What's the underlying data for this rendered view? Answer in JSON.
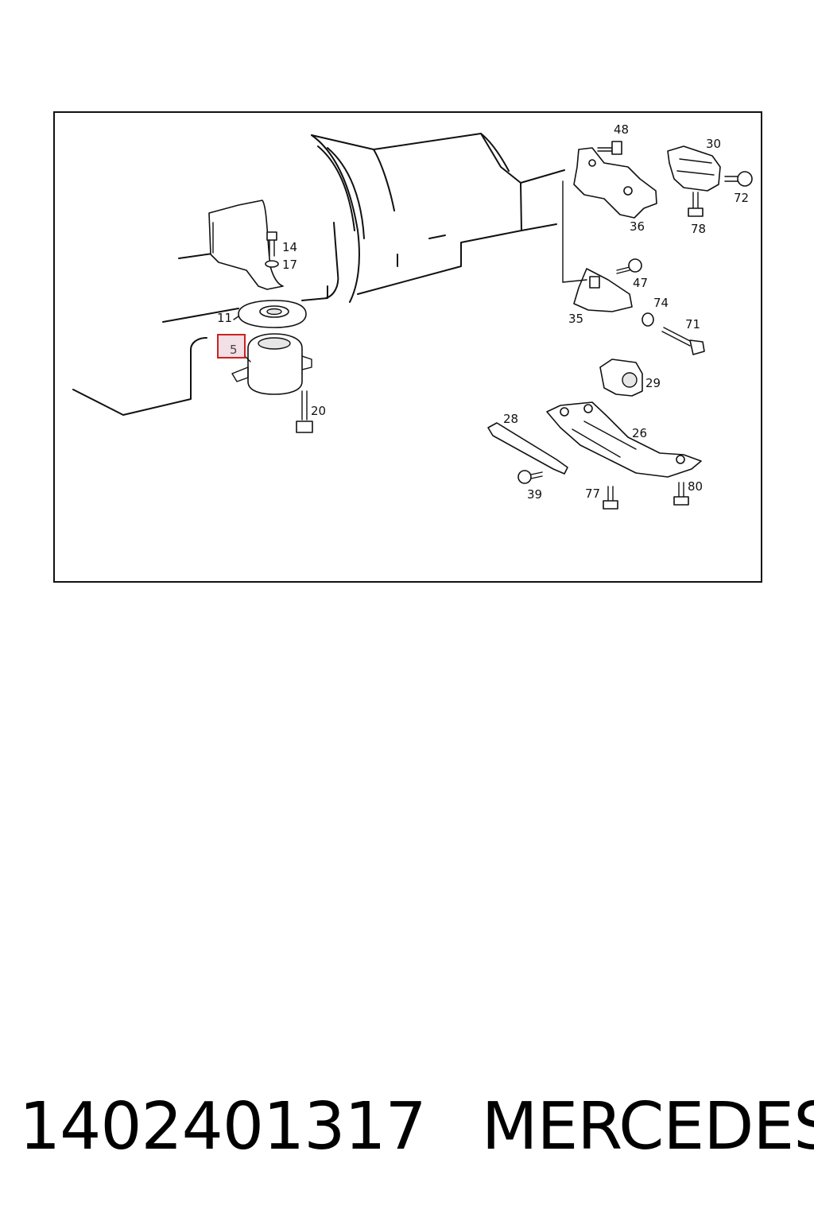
{
  "diagram": {
    "callouts": [
      "48",
      "30",
      "72",
      "36",
      "78",
      "14",
      "17",
      "47",
      "35",
      "74",
      "71",
      "11",
      "5",
      "29",
      "20",
      "28",
      "26",
      "39",
      "77",
      "80"
    ],
    "highlighted_callout": "5",
    "highlight_color": "#cc2222"
  },
  "caption": {
    "part_number": "1402401317",
    "brand": "MERCEDES"
  }
}
